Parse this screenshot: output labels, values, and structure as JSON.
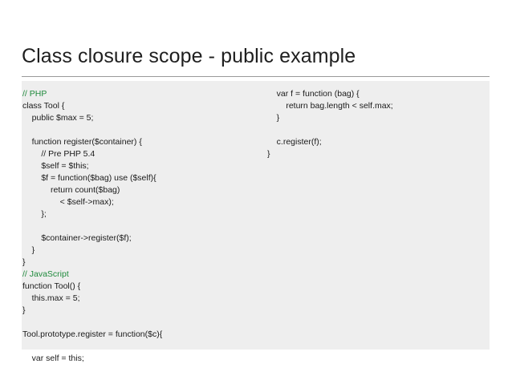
{
  "slide": {
    "title": "Class closure scope - public example"
  },
  "code": {
    "left": [
      {
        "text": "// PHP",
        "comment": true
      },
      {
        "text": "class Tool {"
      },
      {
        "text": "    public $max = 5;"
      },
      {
        "text": ""
      },
      {
        "text": "    function register($container) {"
      },
      {
        "text": "        // Pre PHP 5.4"
      },
      {
        "text": "        $self = $this;"
      },
      {
        "text": "        $f = function($bag) use ($self){"
      },
      {
        "text": "            return count($bag)"
      },
      {
        "text": "                < $self->max);"
      },
      {
        "text": "        };"
      },
      {
        "text": ""
      },
      {
        "text": "        $container->register($f);"
      },
      {
        "text": "    }"
      },
      {
        "text": "}"
      },
      {
        "text": "// JavaScript",
        "comment": true
      },
      {
        "text": "function Tool() {"
      },
      {
        "text": "    this.max = 5;"
      },
      {
        "text": "}"
      },
      {
        "text": ""
      },
      {
        "text": "Tool.prototype.register = function($c){"
      },
      {
        "text": ""
      },
      {
        "text": "    var self = this;"
      }
    ],
    "right": [
      {
        "text": "    var f = function (bag) {"
      },
      {
        "text": "        return bag.length < self.max;"
      },
      {
        "text": "    }"
      },
      {
        "text": ""
      },
      {
        "text": "    c.register(f);"
      },
      {
        "text": "}"
      }
    ]
  },
  "colors": {
    "comment": "#1f8a3c",
    "code_text": "#1a1a1a",
    "panel_bg": "#eeeeee",
    "title_text": "#1f1f1f"
  }
}
